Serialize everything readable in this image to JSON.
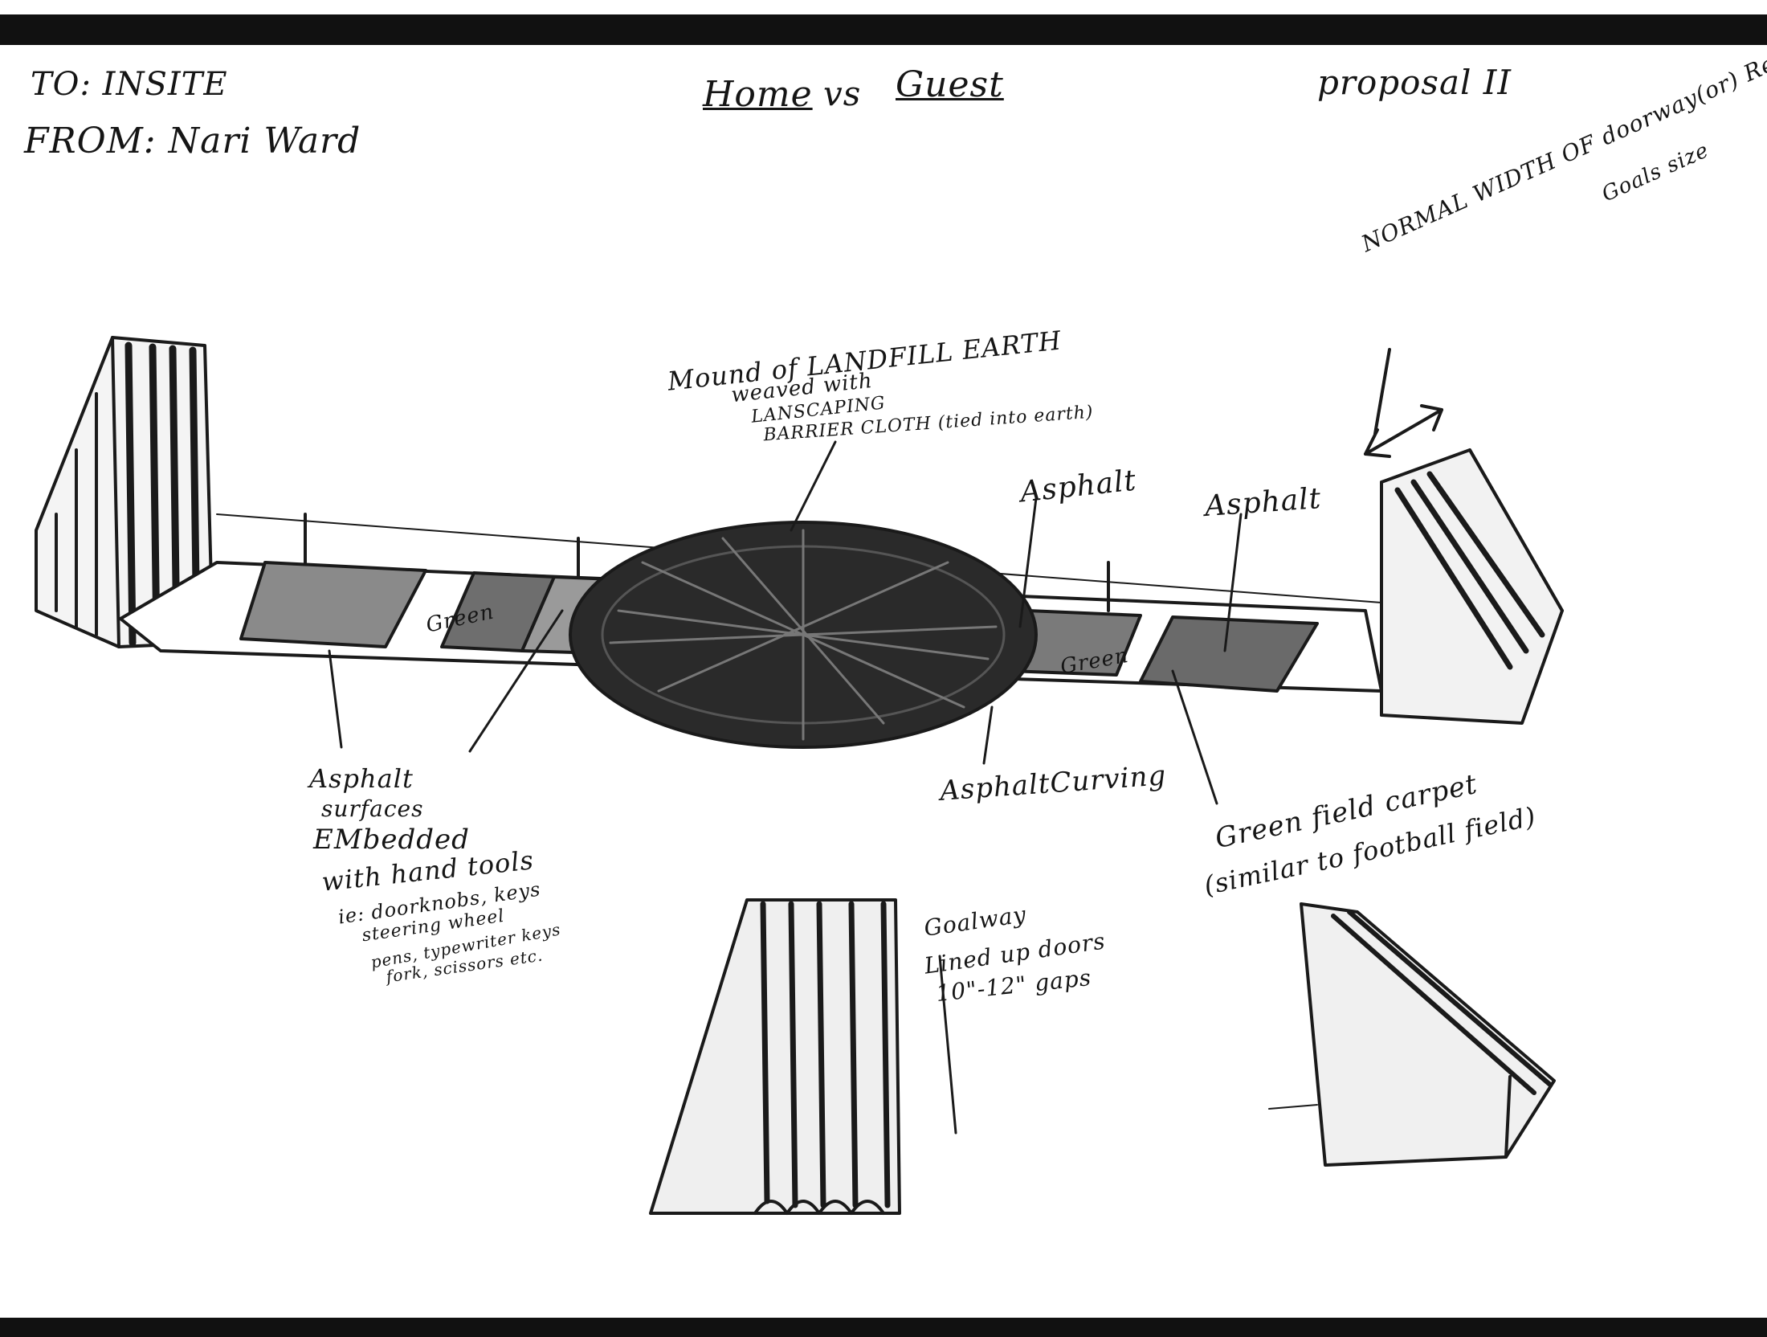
{
  "header": {
    "to": "TO: INSITE",
    "from": "FROM: Nari Ward",
    "title_home": "Home",
    "title_vs": "vs",
    "title_guest": "Guest",
    "proposal": "proposal II"
  },
  "labels": {
    "mound": [
      "Mound of LANDFILL EARTH",
      "weaved with",
      "LANSCAPING",
      "BARRIER CLOTH (tied into earth)"
    ],
    "asphalt_center": "Asphalt",
    "asphalt_right": "Asphalt",
    "normal_width": [
      "NORMAL WIDTH OF doorway(or) Regular",
      "Goals size"
    ],
    "green_left": "Green",
    "green_right": "Green",
    "asphalt_surfaces": [
      "Asphalt",
      "surfaces",
      "EMbedded",
      "with hand tools",
      "ie: doorknobs, keys",
      "steering wheel",
      "pens, typewriter keys",
      "fork, scissors etc."
    ],
    "asphalt_curving": "AsphaltCurving",
    "green_field_carpet": [
      "Green field carpet",
      "(similar to football field)"
    ],
    "goalway": [
      "Goalway",
      "Lined up doors",
      "10\"-12\" gaps"
    ]
  }
}
